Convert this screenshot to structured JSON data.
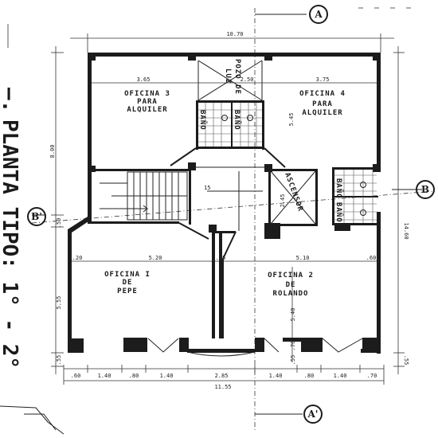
{
  "title": "PLANTA TIPO: 1° - 2°",
  "title_prefix": "—.",
  "axes": {
    "A": "A",
    "A_prime": "A'",
    "B": "B",
    "B_prime": "B'"
  },
  "rooms": {
    "office3": {
      "line1": "OFICINA 3",
      "line2": "PARA",
      "line3": "ALQUILER"
    },
    "office4": {
      "line1": "OFICINA 4",
      "line2": "PARA",
      "line3": "ALQUILER"
    },
    "office1": {
      "line1": "OFICINA I",
      "line2": "DE",
      "line3": "PEPE"
    },
    "office2": {
      "line1": "OFICINA 2",
      "line2": "DE",
      "line3": "ROLANDO"
    },
    "light_well": {
      "line1": "POZO DE",
      "line2": "LUZ"
    },
    "bath": "BAÑO",
    "elevator": "ASCENSOR"
  },
  "dimensions": {
    "top_total": "10.70",
    "bottom_total": "11.55",
    "left_height": "8.00",
    "left_mid": ".50",
    "left_lower": "5.55",
    "left_bottom": ".55",
    "right_height": "14.60",
    "right_bottom": ".55",
    "office3_width": "3.65",
    "well_width": "2.50",
    "office4_width": "3.75",
    "office4_height": "5.45",
    "elevator_height": "2.45",
    "office1_left": ".20",
    "office1_width": "5.20",
    "mid_wall": ".45",
    "office2_width": "5.10",
    "office2_right": ".60",
    "office2_height": "5.40",
    "bottom_small": ".70",
    "bottom_small2": ".55",
    "stair_mark": "15",
    "bottom_chain": [
      ".60",
      "1.40",
      ".80",
      "1.40",
      "2.85",
      "1.40",
      ".80",
      "1.40",
      ".70"
    ]
  }
}
